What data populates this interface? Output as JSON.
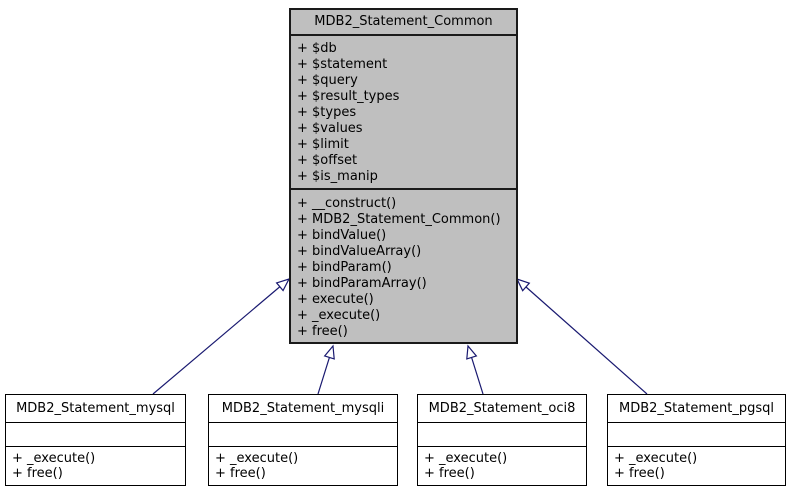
{
  "diagram": {
    "type": "uml-class-inheritance",
    "parent": {
      "name": "MDB2_Statement_Common",
      "attributes": [
        "+ $db",
        "+ $statement",
        "+ $query",
        "+ $result_types",
        "+ $types",
        "+ $values",
        "+ $limit",
        "+ $offset",
        "+ $is_manip"
      ],
      "methods": [
        "+ __construct()",
        "+ MDB2_Statement_Common()",
        "+ bindValue()",
        "+ bindValueArray()",
        "+ bindParam()",
        "+ bindParamArray()",
        "+ execute()",
        "+ _execute()",
        "+ free()"
      ]
    },
    "children": [
      {
        "name": "MDB2_Statement_mysql",
        "attributes": [],
        "methods": [
          "+ _execute()",
          "+ free()"
        ]
      },
      {
        "name": "MDB2_Statement_mysqli",
        "attributes": [],
        "methods": [
          "+ _execute()",
          "+ free()"
        ]
      },
      {
        "name": "MDB2_Statement_oci8",
        "attributes": [],
        "methods": [
          "+ _execute()",
          "+ free()"
        ]
      },
      {
        "name": "MDB2_Statement_pgsql",
        "attributes": [],
        "methods": [
          "+ _execute()",
          "+ free()"
        ]
      }
    ],
    "edges": [
      {
        "from": "MDB2_Statement_mysql",
        "to": "MDB2_Statement_Common",
        "type": "inheritance"
      },
      {
        "from": "MDB2_Statement_mysqli",
        "to": "MDB2_Statement_Common",
        "type": "inheritance"
      },
      {
        "from": "MDB2_Statement_oci8",
        "to": "MDB2_Statement_Common",
        "type": "inheritance"
      },
      {
        "from": "MDB2_Statement_pgsql",
        "to": "MDB2_Statement_Common",
        "type": "inheritance"
      }
    ],
    "colors": {
      "parent_fill": "#bfbfbf",
      "child_fill": "#ffffff",
      "border": "#000000",
      "edge": "#191970",
      "background": "#ffffff"
    }
  }
}
